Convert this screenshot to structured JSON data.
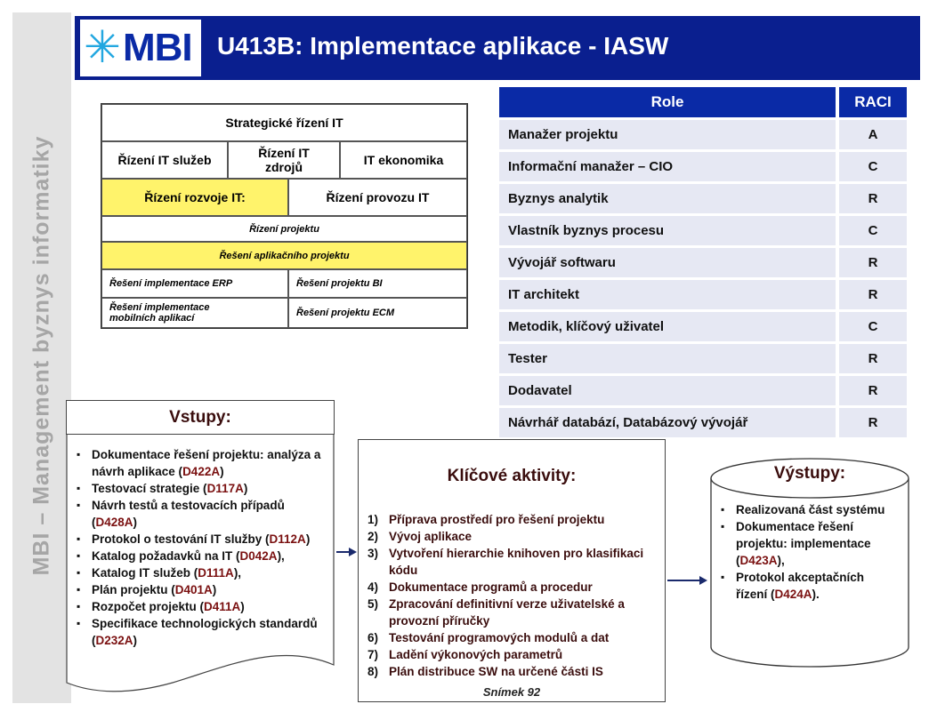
{
  "sidebar": {
    "text": "MBI – Management byznys informatiky"
  },
  "header": {
    "logo_text": "MBI",
    "logo_icon": "sun-burst-icon",
    "title": "U413B: Implementace aplikace - IASW"
  },
  "org": {
    "row1": "Strategické řízení IT",
    "row2": [
      "Řízení IT služeb",
      "Řízení IT zdrojů",
      "IT ekonomika"
    ],
    "row3": [
      "Řízení rozvoje IT:",
      "Řízení provozu IT"
    ],
    "row4": "Řízení projektu",
    "row5": "Řešení aplikačního projektu",
    "row6": [
      "Řešení implementace ERP",
      "Řešení projektu BI"
    ],
    "row7": [
      "Řešení implementace mobilních aplikací",
      "Řešení projektu ECM"
    ]
  },
  "raci": {
    "header_role": "Role",
    "header_raci": "RACI",
    "rows": [
      {
        "role": "Manažer projektu",
        "value": "A"
      },
      {
        "role": "Informační manažer – CIO",
        "value": "C"
      },
      {
        "role": "Byznys analytik",
        "value": "R"
      },
      {
        "role": "Vlastník byznys procesu",
        "value": "C"
      },
      {
        "role": "Vývojář softwaru",
        "value": "R"
      },
      {
        "role": "IT architekt",
        "value": "R"
      },
      {
        "role": "Metodik, klíčový uživatel",
        "value": "C"
      },
      {
        "role": "Tester",
        "value": "R"
      },
      {
        "role": "Dodavatel",
        "value": "R"
      },
      {
        "role": "Návrhář databází, Databázový vývojář",
        "value": "R"
      }
    ]
  },
  "vstupy": {
    "title": "Vstupy:",
    "items": [
      {
        "text": "Dokumentace řešení projektu: analýza a návrh aplikace (",
        "code": "D422A",
        "after": ")"
      },
      {
        "text": "Testovací strategie (",
        "code": "D117A",
        "after": ")"
      },
      {
        "text": "Návrh testů a testovacích případů (",
        "code": "D428A",
        "after": ")"
      },
      {
        "text": "Protokol o testování IT služby (",
        "code": "D112A",
        "after": ")"
      },
      {
        "text": "Katalog požadavků na IT (",
        "code": "D042A",
        "after": "),"
      },
      {
        "text": "Katalog IT služeb (",
        "code": "D111A",
        "after": "),"
      },
      {
        "text": "Plán projektu (",
        "code": "D401A",
        "after": ")"
      },
      {
        "text": "Rozpočet projektu (",
        "code": "D411A",
        "after": ")"
      },
      {
        "text": "Specifikace technologických standardů (",
        "code": "D232A",
        "after": ")"
      }
    ]
  },
  "aktivity": {
    "title": "Klíčové aktivity:",
    "items": [
      {
        "num": "1)",
        "text": "Příprava prostředí pro řešení projektu"
      },
      {
        "num": "2)",
        "text": "Vývoj aplikace"
      },
      {
        "num": "3)",
        "text": "Vytvoření hierarchie knihoven pro klasifikaci kódu"
      },
      {
        "num": "4)",
        "text": "Dokumentace programů a procedur"
      },
      {
        "num": "5)",
        "text": "Zpracování definitivní verze uživatelské a provozní příručky"
      },
      {
        "num": "6)",
        "text": "Testování programových modulů a dat"
      },
      {
        "num": "7)",
        "text": "Ladění výkonových parametrů"
      },
      {
        "num": "8)",
        "text": "Plán distribuce SW na určené části IS"
      }
    ]
  },
  "vystupy": {
    "title": "Výstupy:",
    "items": [
      {
        "text": "Realizovaná část systému",
        "code": "",
        "after": ""
      },
      {
        "text": "Dokumentace řešení projektu: implementace (",
        "code": "D423A",
        "after": "),"
      },
      {
        "text": "Protokol akceptačních řízení (",
        "code": "D424A",
        "after": ")."
      }
    ]
  },
  "footer": {
    "slide": "Snímek 92"
  },
  "colors": {
    "header_bg": "#0a1f8f",
    "highlight": "#fff36b",
    "raci_row": "#e6e8f3",
    "code": "#7a1010"
  }
}
